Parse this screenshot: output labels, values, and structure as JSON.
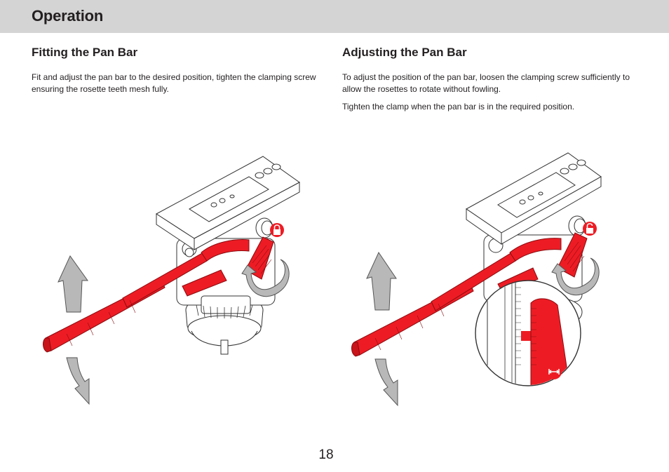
{
  "header": {
    "title": "Operation"
  },
  "sections": [
    {
      "heading": "Fitting the Pan Bar",
      "paragraphs": [
        "Fit and adjust the pan bar to the desired position, tighten the clamping screw ensuring the rosette teeth mesh fully."
      ]
    },
    {
      "heading": "Adjusting the Pan Bar",
      "paragraphs": [
        "To adjust the position of the pan bar, loosen the clamping screw sufficiently to allow the rosettes to rotate without fowling.",
        "Tighten the clamp when the pan bar is in the required position."
      ]
    }
  ],
  "illustrations": [
    {
      "icons": [
        "up-arrow-icon",
        "down-arrow-icon",
        "rotate-arrow-icon",
        "lock-icon"
      ],
      "accent_color": "#ed1c24",
      "arrow_color": "#b8b8b8"
    },
    {
      "icons": [
        "up-arrow-icon",
        "down-arrow-icon",
        "rotate-arrow-icon",
        "unlock-icon",
        "expand-horizontal-icon"
      ],
      "accent_color": "#ed1c24",
      "arrow_color": "#b8b8b8"
    }
  ],
  "footer": {
    "page_number": "18"
  }
}
